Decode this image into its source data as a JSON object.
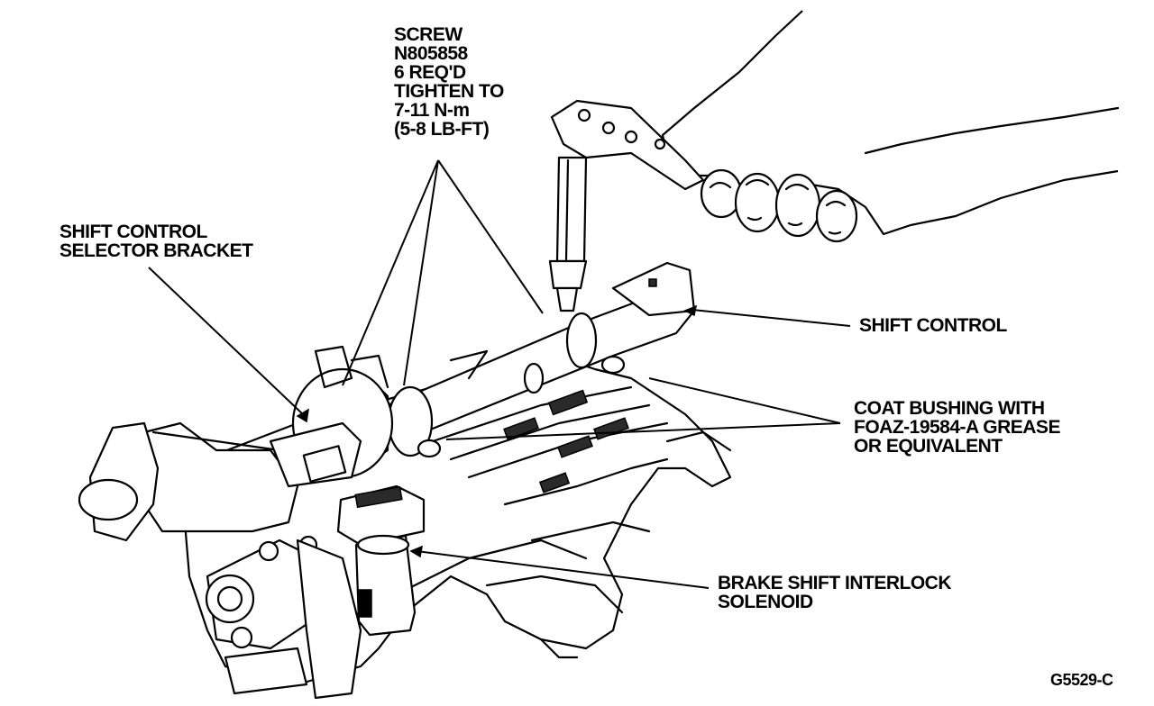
{
  "labels": {
    "screw": [
      "SCREW",
      "N805858",
      "6 REQ'D",
      "TIGHTEN TO",
      "7-11 N-m",
      "(5-8 LB-FT)"
    ],
    "selector_bracket": [
      "SHIFT CONTROL",
      "SELECTOR BRACKET"
    ],
    "shift_control": "SHIFT CONTROL",
    "coat_bushing": [
      "COAT BUSHING WITH",
      "FOAZ-19584-A GREASE",
      "OR EQUIVALENT"
    ],
    "brake_interlock": [
      "BRAKE SHIFT INTERLOCK",
      "SOLENOID"
    ]
  },
  "figure_id": "G5529-C"
}
